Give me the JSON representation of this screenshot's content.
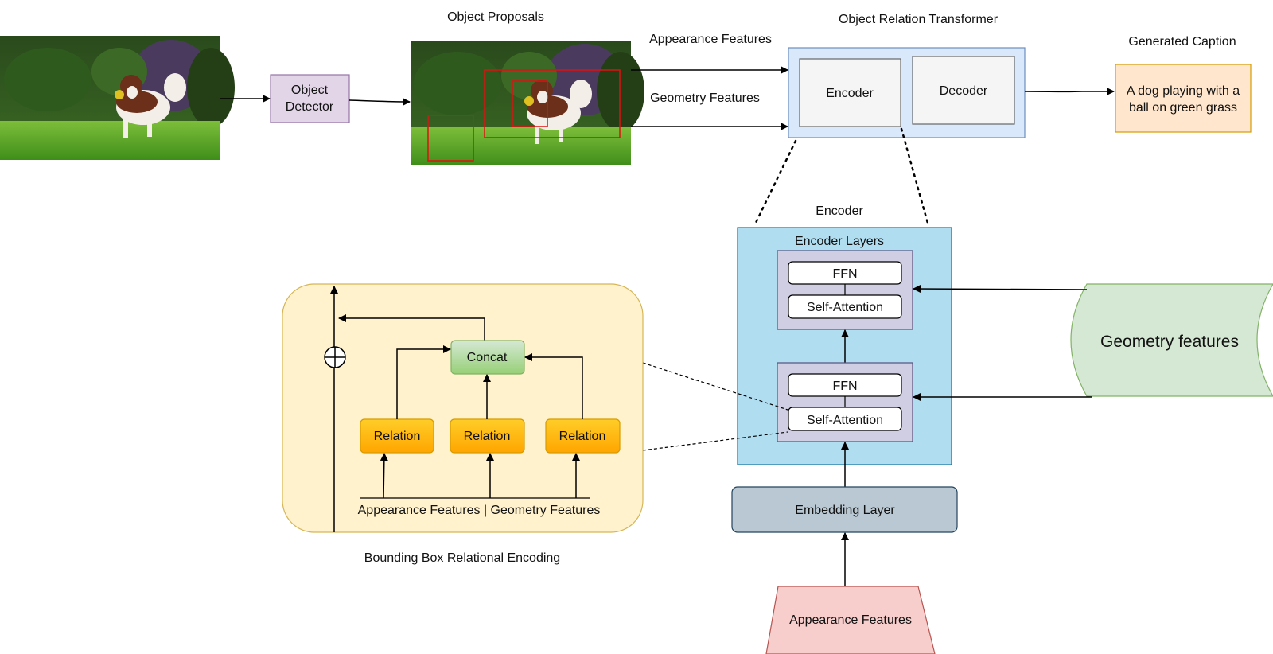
{
  "top_row": {
    "object_proposals_title": "Object Proposals",
    "object_detector_line1": "Object",
    "object_detector_line2": "Detector",
    "appearance_features_label": "Appearance Features",
    "geometry_features_label": "Geometry Features",
    "transformer_title": "Object Relation Transformer",
    "encoder_label": "Encoder",
    "decoder_label": "Decoder",
    "generated_caption_title": "Generated Caption",
    "caption_line1": "A dog playing with a",
    "caption_line2": "ball on green grass"
  },
  "encoder_detail": {
    "title": "Encoder",
    "layers_title": "Encoder Layers",
    "ffn_label": "FFN",
    "self_attention_label": "Self-Attention",
    "embedding_label": "Embedding Layer",
    "appearance_features_label": "Appearance Features",
    "geometry_features_label": "Geometry features"
  },
  "relational_encoding": {
    "concat_label": "Concat",
    "relation_label": "Relation",
    "inputs_label": "Appearance Features | Geometry Features",
    "title": "Bounding Box Relational Encoding"
  },
  "colors": {
    "detector_fill": "#e1d5e7",
    "detector_stroke": "#9673a6",
    "transformer_fill": "#dae8fc",
    "transformer_stroke": "#6c8ebf",
    "caption_fill": "#ffe6cc",
    "caption_stroke": "#d79b00",
    "encoder_fill": "#b1ddf0",
    "encoder_stroke": "#10739e",
    "layer_fill": "#d0cee2",
    "layer_stroke": "#56517e",
    "embedding_fill": "#bac8d3",
    "embedding_stroke": "#23445d",
    "appearance_fill": "#f8cecc",
    "appearance_stroke": "#b85450",
    "geometry_fill": "#d5e8d4",
    "geometry_stroke": "#82b366",
    "relational_fill": "#fff2cc",
    "relational_stroke": "#d6b656",
    "relation_fill": "#ffcd28",
    "concat_fill": "#97d077",
    "proposal_box_color": "#e01010"
  },
  "icons": {
    "input_photo": "dog-on-grass-photo",
    "proposal_photo": "dog-photo-with-bounding-boxes",
    "sum": "circle-plus-icon"
  }
}
